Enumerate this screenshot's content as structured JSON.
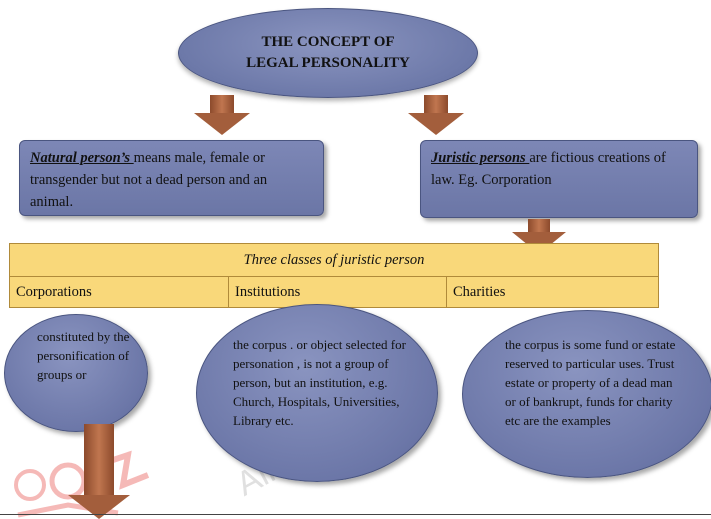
{
  "title": "THE CONCEPT OF\nLEGAL PERSONALITY",
  "natural": {
    "lead": "Natural person’s ",
    "text": "means male, female or transgender but not a dead person and an animal."
  },
  "juristic": {
    "lead": "Juristic persons ",
    "text": "are fictious creations of law. Eg. Corporation"
  },
  "table": {
    "caption": "Three classes of juristic person",
    "headers": [
      "Corporations",
      "Institutions",
      "Charities"
    ]
  },
  "descriptions": {
    "corporations": "constituted by the personification of groups or",
    "institutions": "the corpus . or object selected for personation , is not a group of person, but an institution, e.g. Church, Hospitals, Universities, Library etc.",
    "charities": "the corpus is some fund or estate reserved to particular uses. Trust estate or property of a dead man or of bankrupt, funds for charity etc are the examples"
  },
  "colors": {
    "shape_fill": "#6d79a9",
    "arrow": "#a35e3c",
    "table_fill": "#f9d87a"
  }
}
